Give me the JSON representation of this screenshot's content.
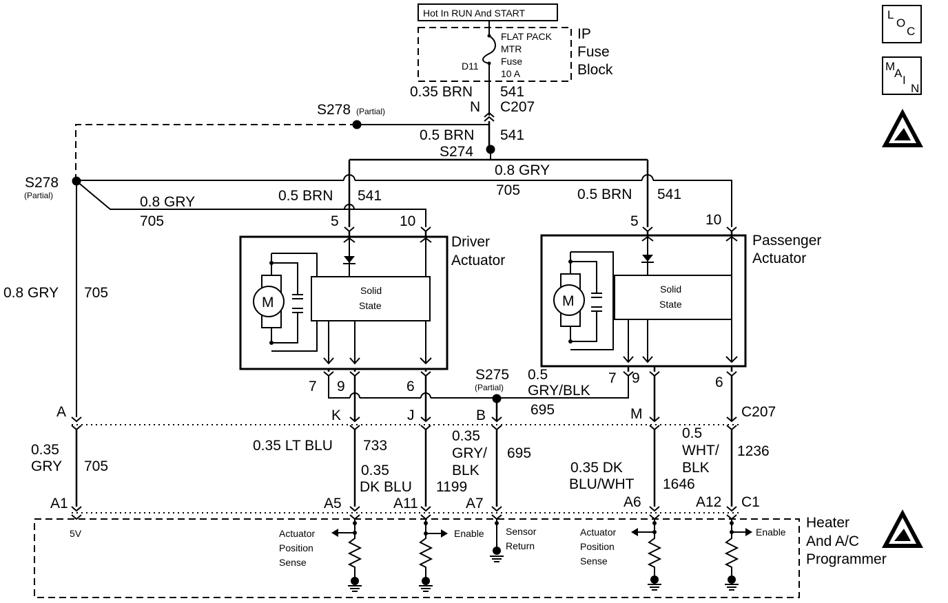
{
  "power": {
    "hot_label": "Hot In RUN And START"
  },
  "fuse_block": {
    "fuse_lines": [
      "FLAT PACK",
      "MTR",
      "Fuse",
      "10 A"
    ],
    "fuse_id": "D11",
    "block_lines": [
      "IP",
      "Fuse",
      "Block"
    ]
  },
  "symbols": {
    "loc": [
      "L",
      "O",
      "C"
    ],
    "main": [
      "M",
      "A",
      "I",
      "N"
    ]
  },
  "top_wires": {
    "w1_gauge": "0.35 BRN",
    "w1_circuit": "541",
    "w1_pin": "N",
    "w1_conn": "C207",
    "s278_label": "S278",
    "s278_partial": "(Partial)",
    "w2_gauge": "0.5 BRN",
    "w2_circuit": "541",
    "s274_label": "S274",
    "gry_gauge": "0.8 GRY",
    "gry_circuit": "705",
    "left_gauge": "0.8 GRY",
    "left_circuit": "705",
    "drv_brn_gauge": "0.5 BRN",
    "drv_brn_circuit": "541",
    "pas_brn_gauge": "0.5 BRN",
    "pas_brn_circuit": "541",
    "left_vert_gauge": "0.8 GRY",
    "left_vert_circuit": "705"
  },
  "driver": {
    "title": [
      "Driver",
      "Actuator"
    ],
    "motor": "M",
    "solid": [
      "Solid",
      "State"
    ],
    "pins": {
      "p5": "5",
      "p10": "10",
      "p7": "7",
      "p9": "9",
      "p6": "6"
    }
  },
  "passenger": {
    "title": [
      "Passenger",
      "Actuator"
    ],
    "motor": "M",
    "solid": [
      "Solid",
      "State"
    ],
    "pins": {
      "p5": "5",
      "p10": "10",
      "p7": "7",
      "p9": "9",
      "p6": "6"
    }
  },
  "s275": {
    "label": "S275",
    "partial": "(Partial)",
    "gauge": [
      "0.5",
      "GRY/BLK"
    ],
    "circuit": "695"
  },
  "c207": {
    "conn": "C207",
    "pins": {
      "A": "A",
      "K": "K",
      "J": "J",
      "B": "B",
      "M": "M"
    }
  },
  "lower_wires": {
    "a_gauge": [
      "0.35",
      "GRY"
    ],
    "a_circuit": "705",
    "k_gauge": "0.35 LT BLU",
    "k_circuit": "733",
    "j_gauge": [
      "0.35",
      "DK BLU"
    ],
    "j_circuit": "1199",
    "b_gauge": [
      "0.35",
      "GRY/",
      "BLK"
    ],
    "b_circuit": "695",
    "m_gauge": [
      "0.35 DK",
      "BLU/WHT"
    ],
    "m_circuit": "1646",
    "r_gauge": [
      "0.5",
      "WHT/",
      "BLK"
    ],
    "r_circuit": "1236"
  },
  "c1": {
    "conn": "C1",
    "pins": {
      "A1": "A1",
      "A5": "A5",
      "A11": "A11",
      "A7": "A7",
      "A6": "A6",
      "A12": "A12"
    }
  },
  "programmer": {
    "title": [
      "Heater",
      "And A/C",
      "Programmer"
    ],
    "v5": "5V",
    "aps1": [
      "Actuator",
      "Position",
      "Sense"
    ],
    "enable1": "Enable",
    "sensor_return": [
      "Sensor",
      "Return"
    ],
    "aps2": [
      "Actuator",
      "Position",
      "Sense"
    ],
    "enable2": "Enable"
  }
}
